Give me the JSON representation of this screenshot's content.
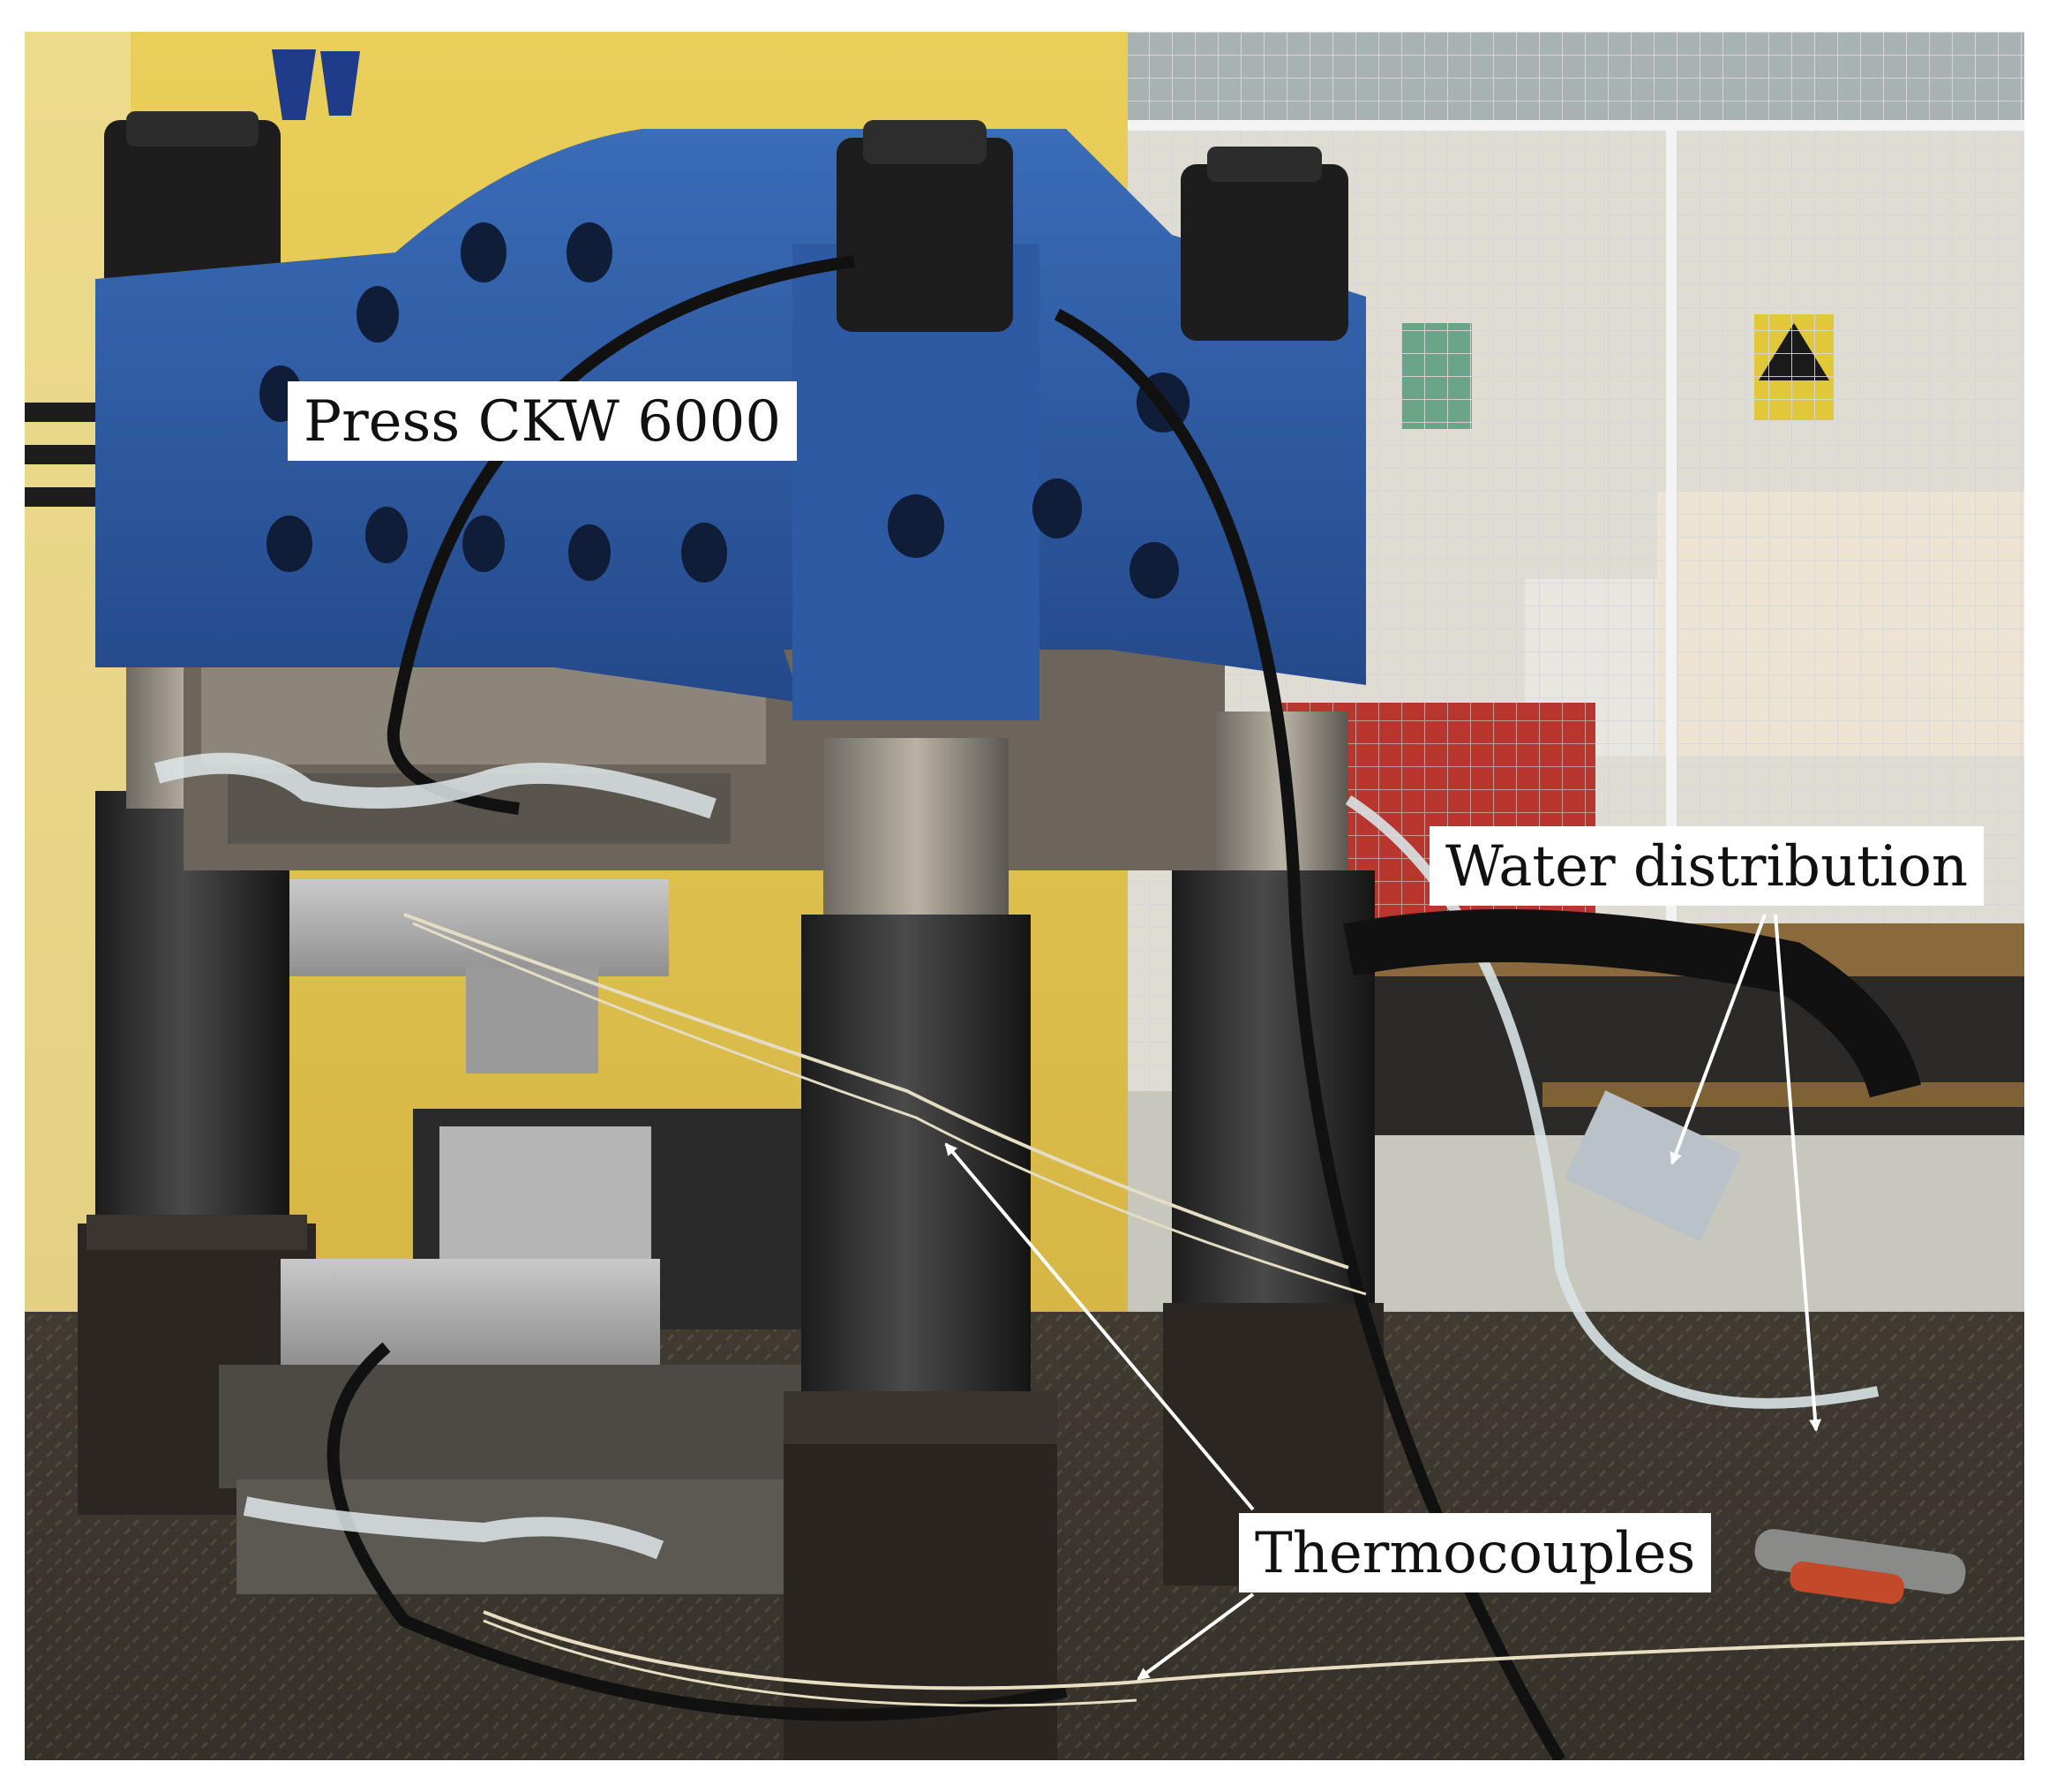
{
  "figure": {
    "labels": {
      "press": "Press CKW 6000",
      "water": "Water distribution",
      "thermocouples": "Thermocouples"
    },
    "colors": {
      "press_frame": "#2f5fa8",
      "background_wall": "#e6c94f",
      "label_background": "#ffffff",
      "label_text": "#111111",
      "arrow": "#ffffff"
    }
  }
}
